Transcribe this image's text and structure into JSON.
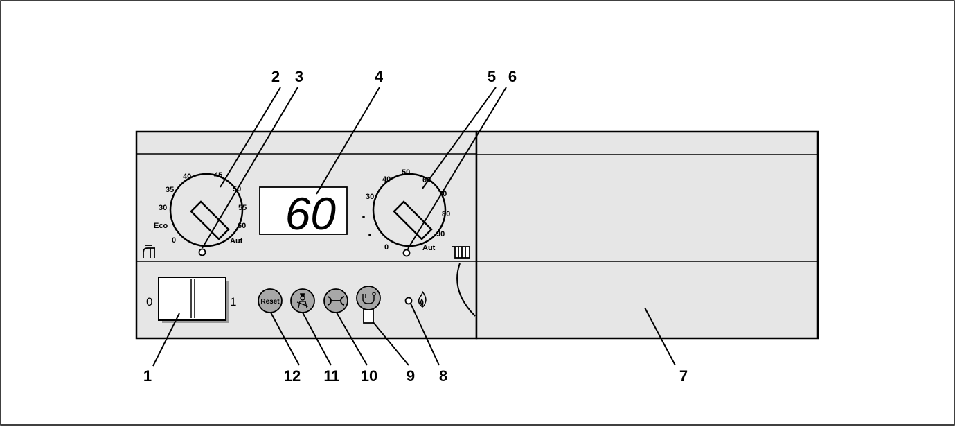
{
  "callouts": {
    "c1": "1",
    "c2": "2",
    "c3": "3",
    "c4": "4",
    "c5": "5",
    "c6": "6",
    "c7": "7",
    "c8": "8",
    "c9": "9",
    "c10": "10",
    "c11": "11",
    "c12": "12"
  },
  "display": {
    "value": "60"
  },
  "dhw_dial": {
    "scale": [
      "Eco",
      "30",
      "35",
      "40",
      "45",
      "50",
      "55",
      "60",
      "0",
      "Aut"
    ]
  },
  "heating_dial": {
    "scale": [
      "30",
      "40",
      "50",
      "60",
      "70",
      "80",
      "90",
      "0",
      "Aut"
    ]
  },
  "power_switch": {
    "off_label": "0",
    "on_label": "1"
  },
  "buttons": {
    "reset_label": "Reset"
  },
  "icons": {
    "tap": "hot-water-tap-icon",
    "radiator": "radiator-icon",
    "chimney_sweep": "chimney-sweep-icon",
    "service": "wrench-icon",
    "diagnostic": "diagnostic-plug-icon",
    "flame": "flame-icon"
  },
  "colors": {
    "panel": "#e6e6e6",
    "outline": "#000000",
    "switch_shadow": "#9a9a9a"
  }
}
